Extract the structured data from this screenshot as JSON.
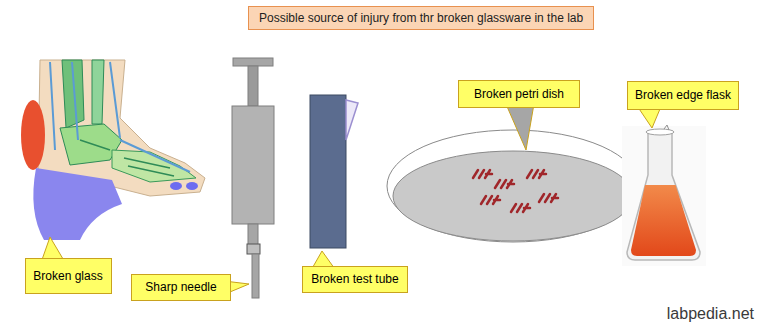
{
  "diagram": {
    "title": "Possible source of injury from thr broken glassware in the lab",
    "nodes": [
      {
        "text": [
          "Broken glass"
        ]
      },
      {
        "text": [
          "Sharp needle"
        ]
      },
      {
        "text": [
          "Broken test tube"
        ]
      },
      {
        "text": [
          "Broken petri dish"
        ]
      },
      {
        "text": [
          "Broken edge flask"
        ]
      }
    ],
    "labels": [
      "labpedia.net"
    ]
  }
}
